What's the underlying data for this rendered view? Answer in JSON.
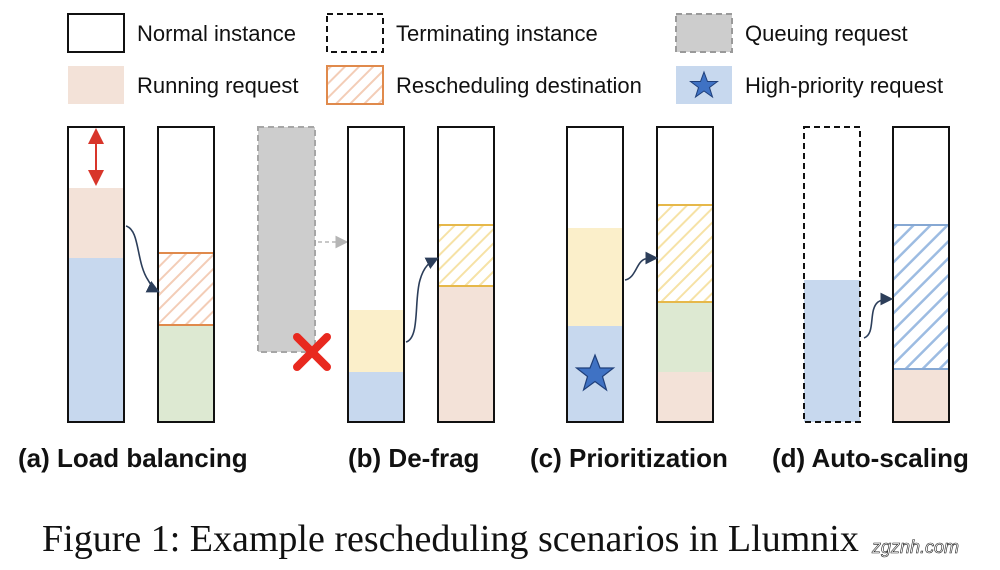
{
  "legend": {
    "normal_instance": "Normal instance",
    "terminating_instance": "Terminating instance",
    "queuing_request": "Queuing request",
    "running_request": "Running request",
    "rescheduling_destination": "Rescheduling destination",
    "high_priority_request": "High-priority request"
  },
  "scenarios": {
    "load_balancing": "(a) Load balancing",
    "de_frag": "(b) De-frag",
    "prioritization": "(c) Prioritization",
    "auto_scaling": "(d) Auto-scaling"
  },
  "caption": "Figure 1: Example rescheduling scenarios in Llumnix",
  "watermark": "zgznh.com",
  "colors": {
    "blue": "#c7d8ee",
    "peach": "#f3e2d8",
    "green": "#dde9d2",
    "yellow": "#fbefca",
    "gray": "#cdcdcd",
    "orange_border": "#e08a4c",
    "yellow_border": "#e6b84a",
    "blue_border": "#86a8d3",
    "red_arrow": "#d8352a",
    "red_cross": "#e8291f",
    "star": "#3f72c4",
    "arrow": "#2c3e5a"
  }
}
